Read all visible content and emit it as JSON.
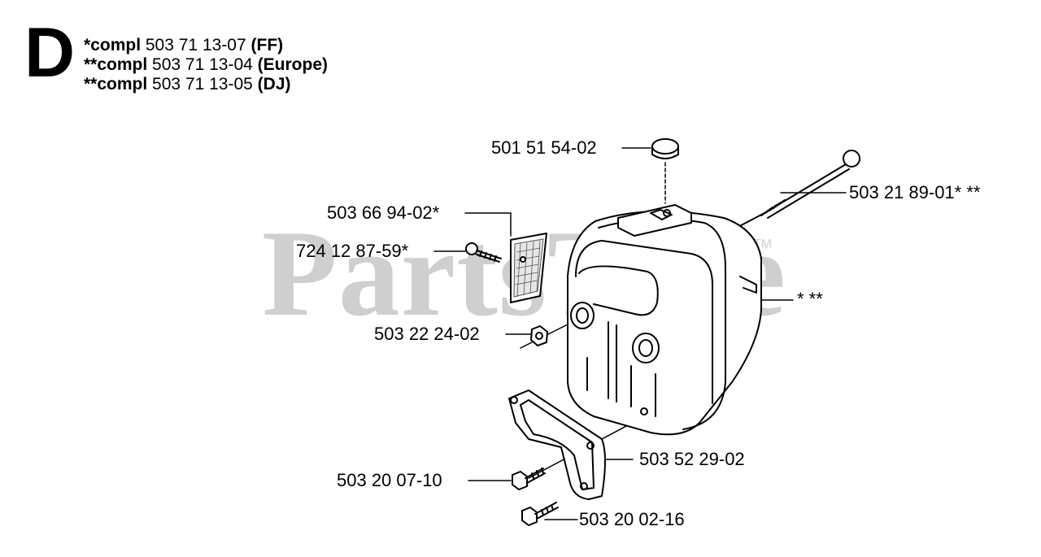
{
  "section": {
    "letter": "D"
  },
  "header_lines": [
    {
      "stars": "*",
      "word": "compl",
      "number": "503 71 13-07",
      "region": "(FF)"
    },
    {
      "stars": "**",
      "word": "compl",
      "number": "503 71 13-04",
      "region": "(Europe)"
    },
    {
      "stars": "**",
      "word": "compl",
      "number": "503 71 13-05",
      "region": "(DJ)"
    }
  ],
  "watermark": {
    "text": "PartsTree",
    "tm": "TM"
  },
  "part_labels": {
    "cap": "501 51 54-02",
    "long_bolt": "503 21 89-01* **",
    "screen": "503 66 94-02*",
    "screw": "724 12 87-59*",
    "muffler": "* **",
    "nut": "503 22 24-02",
    "gasket": "503 52 29-02",
    "bolt_upper": "503 20 07-10",
    "bolt_lower": "503 20 02-16"
  }
}
